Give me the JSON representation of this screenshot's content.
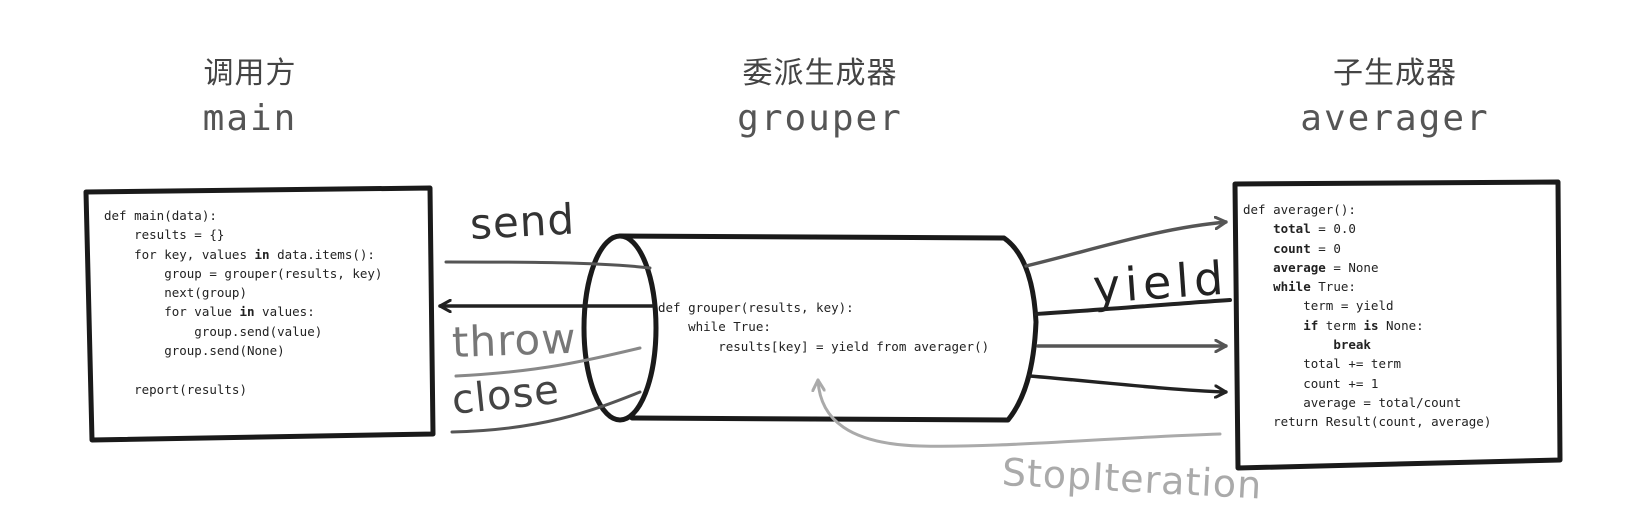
{
  "headers": {
    "main": {
      "cn": "调用方",
      "en": "main"
    },
    "grouper": {
      "cn": "委派生成器",
      "en": "grouper"
    },
    "averager": {
      "cn": "子生成器",
      "en": "averager"
    }
  },
  "code": {
    "main": [
      [
        {
          "t": "def main(data):"
        }
      ],
      [
        {
          "t": "    results = {}"
        }
      ],
      [
        {
          "t": "    for key, values "
        },
        {
          "t": "in",
          "k": true
        },
        {
          "t": " data.items():"
        }
      ],
      [
        {
          "t": "        group = grouper(results, key)"
        }
      ],
      [
        {
          "t": "        next(group)"
        }
      ],
      [
        {
          "t": "        for value "
        },
        {
          "t": "in",
          "k": true
        },
        {
          "t": " values:"
        }
      ],
      [
        {
          "t": "            group.send(value)"
        }
      ],
      [
        {
          "t": "        group.send(None)"
        }
      ],
      [
        {
          "t": ""
        }
      ],
      [
        {
          "t": "    report(results)"
        }
      ]
    ],
    "grouper": [
      [
        {
          "t": "def grouper(results, key):"
        }
      ],
      [
        {
          "t": "    while True:"
        }
      ],
      [
        {
          "t": "        results[key] = yield from averager()"
        }
      ]
    ],
    "averager": [
      [
        {
          "t": "def averager():"
        }
      ],
      [
        {
          "t": "    "
        },
        {
          "t": "total",
          "k": true
        },
        {
          "t": " = 0.0"
        }
      ],
      [
        {
          "t": "    "
        },
        {
          "t": "count",
          "k": true
        },
        {
          "t": " = 0"
        }
      ],
      [
        {
          "t": "    "
        },
        {
          "t": "average",
          "k": true
        },
        {
          "t": " = None"
        }
      ],
      [
        {
          "t": "    "
        },
        {
          "t": "while",
          "k": true
        },
        {
          "t": " True:"
        }
      ],
      [
        {
          "t": "        term = yield"
        }
      ],
      [
        {
          "t": "        "
        },
        {
          "t": "if",
          "k": true
        },
        {
          "t": " term "
        },
        {
          "t": "is",
          "k": true
        },
        {
          "t": " None:"
        }
      ],
      [
        {
          "t": "            "
        },
        {
          "t": "break",
          "k": true
        }
      ],
      [
        {
          "t": "        total += term"
        }
      ],
      [
        {
          "t": "        count += 1"
        }
      ],
      [
        {
          "t": "        average = total/count"
        }
      ],
      [
        {
          "t": "    return Result(count, average)"
        }
      ]
    ]
  },
  "labels": {
    "send": "send",
    "throw": "throw",
    "close": "close",
    "yield": "yield",
    "stop_iteration": "StopIteration"
  },
  "colors": {
    "ink": "#222222",
    "gray_arrow": "#555555",
    "light_gray": "#aaaaaa"
  }
}
